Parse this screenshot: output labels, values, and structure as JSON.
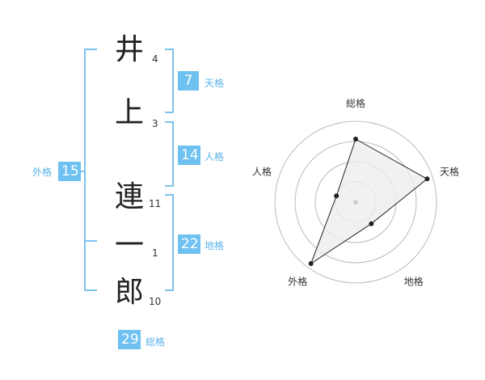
{
  "name_chars": [
    {
      "char": "井",
      "strokes": "4"
    },
    {
      "char": "上",
      "strokes": "3"
    },
    {
      "char": "連",
      "strokes": "11"
    },
    {
      "char": "一",
      "strokes": "1"
    },
    {
      "char": "郎",
      "strokes": "10"
    }
  ],
  "fortunes": {
    "tenkaku": {
      "value": "7",
      "label": "天格"
    },
    "jinkaku": {
      "value": "14",
      "label": "人格"
    },
    "chikaku": {
      "value": "22",
      "label": "地格"
    },
    "gaikaku": {
      "value": "15",
      "label": "外格"
    },
    "soukaku": {
      "value": "29",
      "label": "総格"
    }
  },
  "colors": {
    "accent": "#6ec1f0",
    "bracket": "#7cc4ef",
    "label_text": "#5bb3e8",
    "radar_fill": "#eeeeee",
    "radar_line": "#222222"
  },
  "chart_data": {
    "type": "radar",
    "axes": [
      "総格",
      "天格",
      "地格",
      "外格",
      "人格"
    ],
    "values": [
      0.78,
      0.93,
      0.33,
      0.94,
      0.25
    ],
    "rings": 4,
    "grid": true
  }
}
